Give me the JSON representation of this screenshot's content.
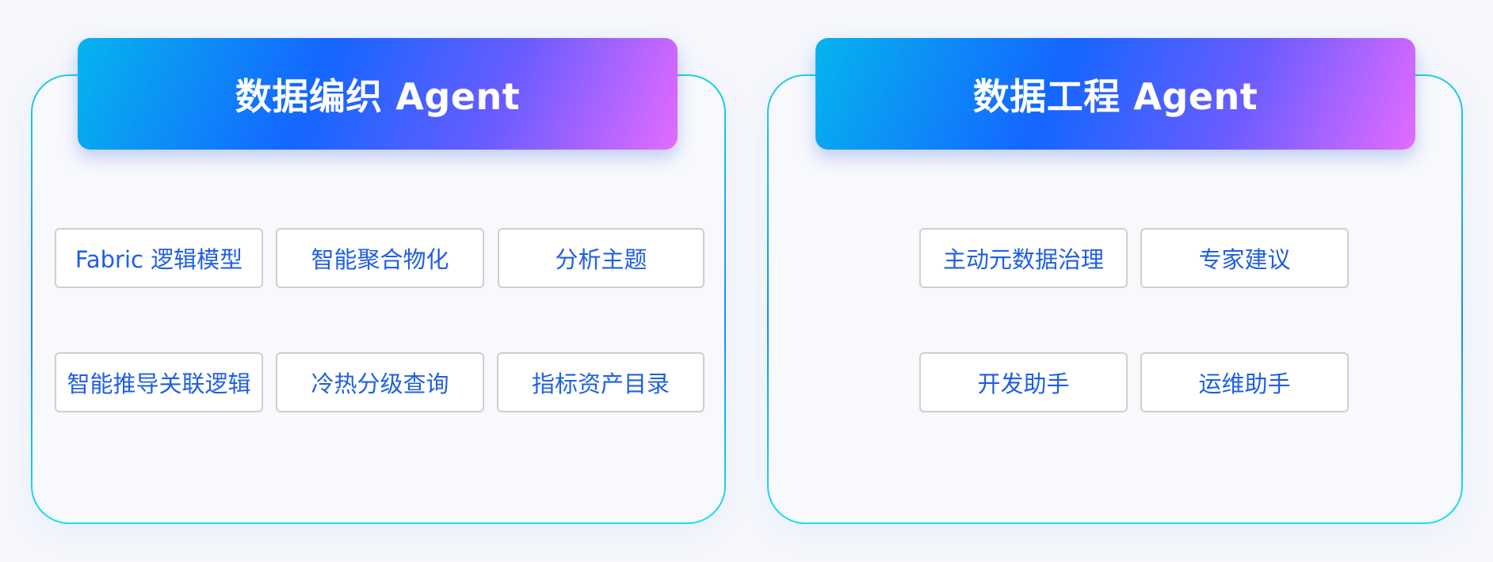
{
  "left_panel": {
    "title": "数据编织 Agent",
    "items": [
      "Fabric 逻辑模型",
      "智能聚合物化",
      "分析主题",
      "智能推导关联逻辑",
      "冷热分级查询",
      "指标资产目录"
    ]
  },
  "right_panel": {
    "title": "数据工程 Agent",
    "items": [
      "主动元数据治理",
      "专家建议",
      "开发助手",
      "运维助手"
    ]
  },
  "colors": {
    "header_gradient": [
      "#06b4ee",
      "#1466ff",
      "#6a5cff",
      "#e46bff"
    ],
    "chip_text": "#1f5fe6",
    "card_border": "#1fd0e6"
  }
}
